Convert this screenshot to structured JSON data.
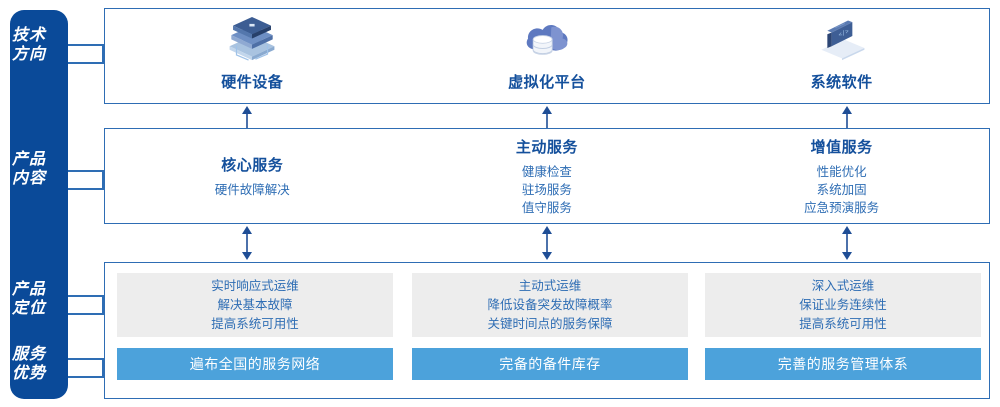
{
  "sidebar": {
    "color": "#0A4A99",
    "labels": [
      {
        "name": "tech-direction",
        "line1": "技术",
        "line2": "方向"
      },
      {
        "name": "product-content",
        "line1": "产品",
        "line2": "内容"
      },
      {
        "name": "product-positioning",
        "line1": "产品",
        "line2": "定位"
      },
      {
        "name": "service-advantage",
        "line1": "服务",
        "line2": "优势"
      }
    ]
  },
  "tech_direction": {
    "items": [
      {
        "icon": "server-stack-icon",
        "label": "硬件设备"
      },
      {
        "icon": "cloud-database-icon",
        "label": "虚拟化平台"
      },
      {
        "icon": "laptop-code-icon",
        "label": "系统软件"
      }
    ]
  },
  "product_content": {
    "columns": [
      {
        "title": "核心服务",
        "items": [
          "硬件故障解决"
        ]
      },
      {
        "title": "主动服务",
        "items": [
          "健康检查",
          "驻场服务",
          "值守服务"
        ]
      },
      {
        "title": "增值服务",
        "items": [
          "性能优化",
          "系统加固",
          "应急预演服务"
        ]
      }
    ]
  },
  "product_positioning": {
    "cards": [
      {
        "lines": [
          "实时响应式运维",
          "解决基本故障",
          "提高系统可用性"
        ]
      },
      {
        "lines": [
          "主动式运维",
          "降低设备突发故障概率",
          "关键时间点的服务保障"
        ]
      },
      {
        "lines": [
          "深入式运维",
          "保证业务连续性",
          "提高系统可用性"
        ]
      }
    ]
  },
  "service_advantage": {
    "bar_color": "#4CA2DB",
    "bars": [
      "遍布全国的服务网络",
      "完备的备件库存",
      "完善的服务管理体系"
    ]
  },
  "theme": {
    "border_color": "#2E6DB4",
    "title_color": "#14509C",
    "text_color": "#2E6DB4",
    "card_bg": "#EDEDED"
  }
}
